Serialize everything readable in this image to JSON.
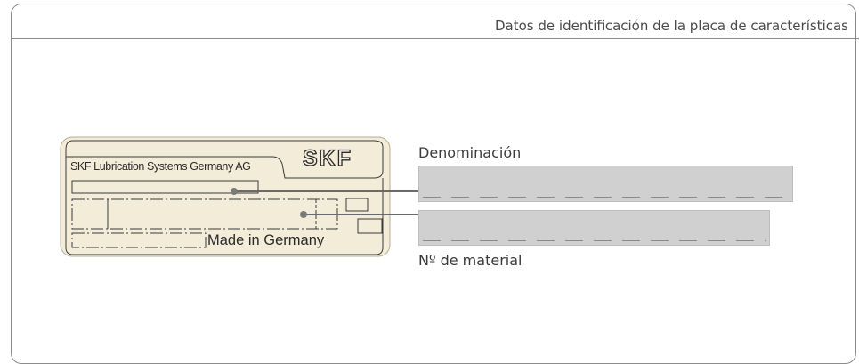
{
  "header": {
    "title": "Datos de identificación de la placa de características"
  },
  "plate": {
    "company": "SKF Lubrication Systems Germany AG",
    "logo": "SKF",
    "made_in": "Made in Germany",
    "background_color": "#f3ecd9"
  },
  "fields": {
    "designation": {
      "label": "Denominación",
      "value": ""
    },
    "material_number": {
      "label": "Nº de material",
      "value": ""
    }
  }
}
